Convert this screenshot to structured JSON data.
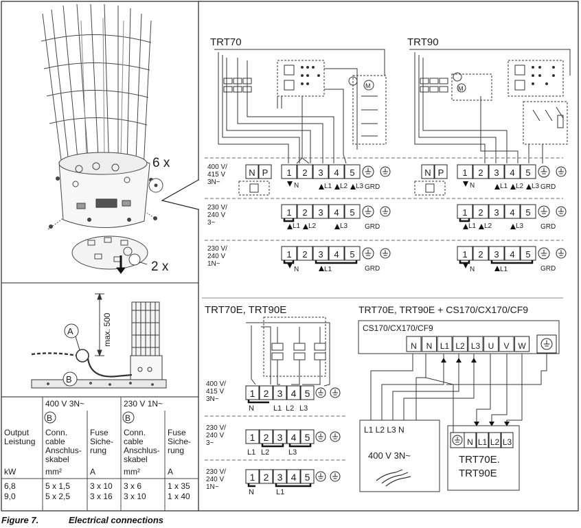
{
  "figure": {
    "label": "Figure 7.",
    "title": "Electrical connections"
  },
  "heater": {
    "screws_count": "6 x",
    "cover_count": "2 x"
  },
  "install": {
    "marker_a": "A",
    "marker_b": "B",
    "max_height": "max. 500"
  },
  "table": {
    "header_400": "400 V 3N~",
    "header_230": "230 V 1N~",
    "marker": "B",
    "col_output": [
      "Output",
      "Leistung"
    ],
    "col_conn_400": [
      "Conn.",
      "cable",
      "Anschlus-",
      "skabel"
    ],
    "col_fuse_400": [
      "Fuse",
      "Siche-",
      "rung"
    ],
    "col_conn_230": [
      "Conn.",
      "cable",
      "Anschlus-",
      "skabel"
    ],
    "col_fuse_230": [
      "Fuse",
      "Siche-",
      "rung"
    ],
    "units": [
      "kW",
      "mm²",
      "A",
      "mm²",
      "A"
    ],
    "rows": [
      [
        "6,8",
        "5 x 1,5",
        "3 x 10",
        "3 x 6",
        "1 x 35"
      ],
      [
        "9,0",
        "5 x 2,5",
        "3 x 16",
        "3 x 10",
        "1 x 40"
      ]
    ]
  },
  "trt70": {
    "title": "TRT70"
  },
  "trt90": {
    "title": "TRT90"
  },
  "voltage": {
    "v400": [
      "400 V/",
      "415 V",
      "3N~"
    ],
    "v230a": [
      "230 V/",
      "240 V",
      "3~"
    ],
    "v230b": [
      "230 V/",
      "240 V",
      "1N~"
    ]
  },
  "terminals": {
    "np": [
      "N",
      "P"
    ],
    "nums": [
      "1",
      "2",
      "3",
      "4",
      "5"
    ],
    "grd": "GRD",
    "l1": "L1",
    "l2": "L2",
    "l3": "L3",
    "n": "N"
  },
  "trt_e": {
    "title": "TRT70E, TRT90E"
  },
  "cs": {
    "title": "TRT70E, TRT90E + CS170/CX170/CF9",
    "subtitle": "CS170/CX170/CF9",
    "terminals": [
      "N",
      "N",
      "L1",
      "L2",
      "L3",
      "U",
      "V",
      "W"
    ],
    "supply_terms": "L1 L2 L3 N",
    "supply_label": "400 V 3N~",
    "heater_terms": [
      "N",
      "L1",
      "L2",
      "L3"
    ],
    "heater_label": [
      "TRT70E.",
      "TRT90E"
    ]
  }
}
